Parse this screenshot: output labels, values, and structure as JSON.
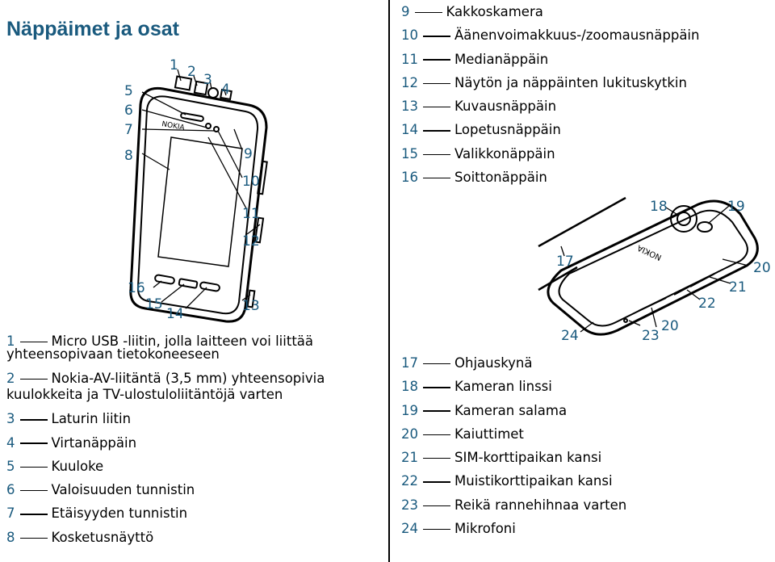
{
  "page": {
    "title": "Näppäimet ja osat"
  },
  "legend_left": [
    {
      "num": "1",
      "text": "Micro USB -liitin, jolla laitteen voi liittää",
      "cont": "yhteensopivaan tietokoneeseen"
    },
    {
      "num": "2",
      "text": "Nokia-AV-liitäntä (3,5 mm) yhteensopivia",
      "cont": "kuulokkeita ja TV-ulostuloliitäntöjä varten"
    },
    {
      "num": "3",
      "text": "Laturin liitin"
    },
    {
      "num": "4",
      "text": "Virtanäppäin"
    },
    {
      "num": "5",
      "text": "Kuuloke"
    },
    {
      "num": "6",
      "text": "Valoisuuden tunnistin"
    },
    {
      "num": "7",
      "text": "Etäisyyden tunnistin"
    },
    {
      "num": "8",
      "text": "Kosketusnäyttö"
    }
  ],
  "legend_top_right": [
    {
      "num": "9",
      "text": "Kakkoskamera"
    },
    {
      "num": "10",
      "text": "Äänenvoimakkuus-/zoomausnäppäin"
    },
    {
      "num": "11",
      "text": "Medianäppäin"
    },
    {
      "num": "12",
      "text": "Näytön ja näppäinten lukituskytkin"
    },
    {
      "num": "13",
      "text": "Kuvausnäppäin"
    },
    {
      "num": "14",
      "text": "Lopetusnäppäin"
    },
    {
      "num": "15",
      "text": "Valikkonäppäin"
    },
    {
      "num": "16",
      "text": "Soittonäppäin"
    }
  ],
  "legend_bottom_right": [
    {
      "num": "17",
      "text": "Ohjauskynä"
    },
    {
      "num": "18",
      "text": "Kameran linssi"
    },
    {
      "num": "19",
      "text": "Kameran salama"
    },
    {
      "num": "20",
      "text": "Kaiuttimet"
    },
    {
      "num": "21",
      "text": "SIM-korttipaikan kansi"
    },
    {
      "num": "22",
      "text": "Muistikorttipaikan kansi"
    },
    {
      "num": "23",
      "text": "Reikä rannehihnaa varten"
    },
    {
      "num": "24",
      "text": "Mikrofoni"
    }
  ],
  "front_callouts": [
    "1",
    "2",
    "3",
    "4",
    "5",
    "6",
    "7",
    "8",
    "9",
    "10",
    "11",
    "12",
    "13",
    "14",
    "15",
    "16"
  ],
  "back_callouts": [
    "17",
    "18",
    "19",
    "20",
    "21",
    "22",
    "23",
    "24"
  ],
  "brand": {
    "front": "NOKIA",
    "back": "NOKIA"
  },
  "colors": {
    "accent": "#1a5a7e",
    "text": "#000000"
  }
}
